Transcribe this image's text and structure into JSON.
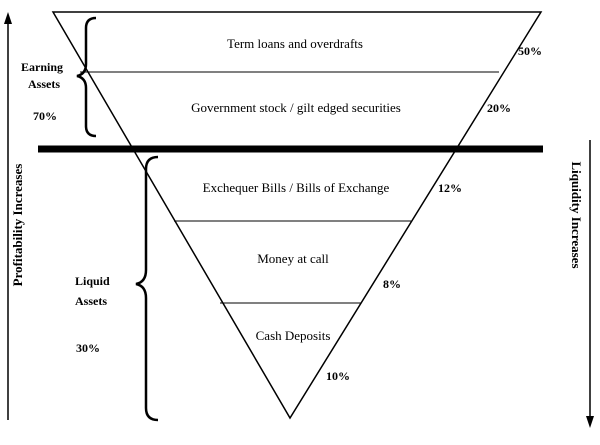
{
  "layers": [
    {
      "label": "Term loans and overdrafts",
      "pct": "50%"
    },
    {
      "label": "Government stock / gilt edged securities",
      "pct": "20%"
    },
    {
      "label": "Exchequer Bills / Bills of Exchange",
      "pct": "12%"
    },
    {
      "label": "Money at call",
      "pct": "8%"
    },
    {
      "label": "Cash Deposits",
      "pct": "10%"
    }
  ],
  "earning": {
    "line1": "Earning",
    "line2": "Assets",
    "pct": "70%"
  },
  "liquid": {
    "line1": "Liquid",
    "line2": "Assets",
    "pct": "30%"
  },
  "axes": {
    "left": "Profitability Increases",
    "right": "Liquidity Increases"
  },
  "colors": {
    "ink": "#000000",
    "background": "#ffffff"
  }
}
